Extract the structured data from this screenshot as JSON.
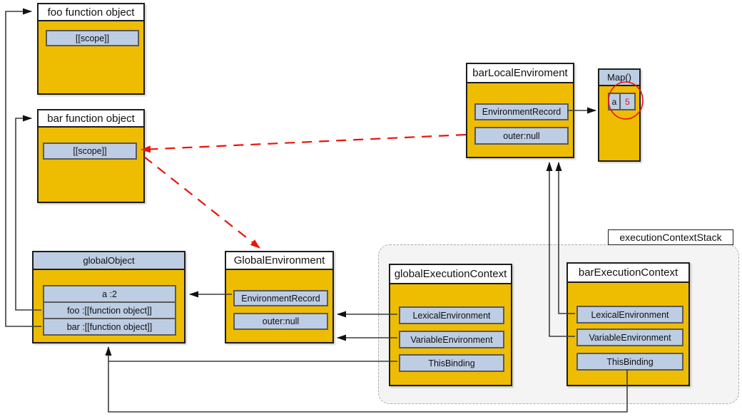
{
  "diagram": {
    "foo_function": {
      "title": "foo function object",
      "scope_label": "[[scope]]"
    },
    "bar_function": {
      "title": "bar function object",
      "scope_label": "[[scope]]"
    },
    "global_object": {
      "title": "globalObject",
      "rows": [
        "a :2",
        "foo :[[function object]]",
        "bar :[[function object]]"
      ]
    },
    "global_environment": {
      "title": "GlobalEnvironment",
      "rows": [
        "EnvironmentRecord",
        "outer:null"
      ]
    },
    "bar_local_environment": {
      "title": "barLocalEnviroment",
      "rows": [
        "EnvironmentRecord",
        "outer:null"
      ]
    },
    "map": {
      "title": "Map()",
      "entry_key": "a",
      "entry_value": "5"
    },
    "global_execution_context": {
      "title": "globalExecutionContext",
      "rows": [
        "LexicalEnvironment",
        "VariableEnvironment",
        "ThisBinding"
      ]
    },
    "bar_execution_context": {
      "title": "barExecutionContext",
      "rows": [
        "LexicalEnvironment",
        "VariableEnvironment",
        "ThisBinding"
      ]
    },
    "stack_label": "executionContextStack"
  },
  "colors": {
    "node_fill": "#EEBC00",
    "cell_fill": "#BDCDE4",
    "highlight_red": "#E8140C",
    "container_fill": "#F4F4F4",
    "connector": "#3d3d3d"
  }
}
